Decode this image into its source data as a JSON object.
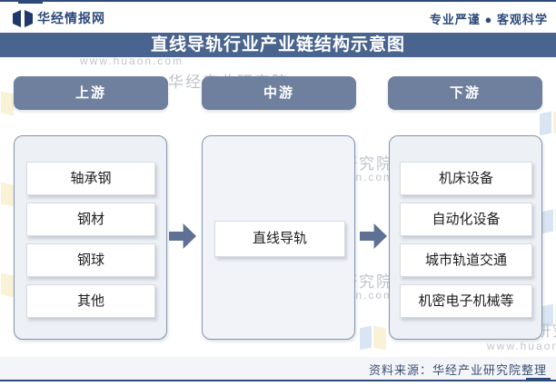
{
  "header": {
    "brand": "华经情报网",
    "tagline": "专业严谨 ● 客观科学",
    "logo_icon": "huajing-book-logo"
  },
  "title": "直线导轨行业产业链结构示意图",
  "chain": {
    "stages": [
      {
        "label": "上游",
        "items": [
          "轴承钢",
          "钢材",
          "钢球",
          "其他"
        ]
      },
      {
        "label": "中游",
        "items": [
          "直线导轨"
        ]
      },
      {
        "label": "下游",
        "items": [
          "机床设备",
          "自动化设备",
          "城市轨道交通",
          "机密电子机械等"
        ]
      }
    ],
    "arrow_icon": "right-block-arrow"
  },
  "watermark": {
    "org": "华经产业研究院",
    "url": "www.huaon.com"
  },
  "footer": {
    "source": "资料来源：华经产业研究院整理"
  },
  "colors": {
    "banner_bg": "#49648f",
    "pill_bg": "#6f7f9e",
    "arrow": "#5e7195",
    "navy_line": "#2e4a7a",
    "container_fill": "#edf0f5",
    "container_border": "#8495af"
  }
}
